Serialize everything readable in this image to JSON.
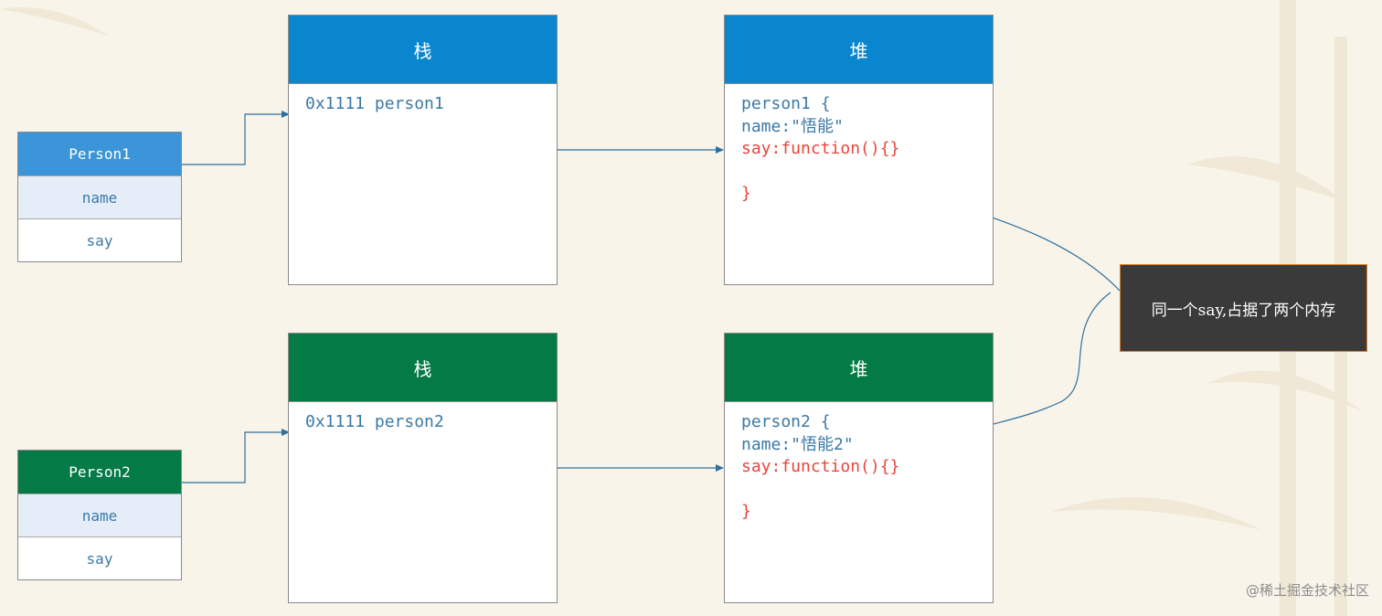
{
  "class_boxes": [
    {
      "title": "Person1",
      "fields": [
        "name",
        "say"
      ],
      "color": "#3b95d8"
    },
    {
      "title": "Person2",
      "fields": [
        "name",
        "say"
      ],
      "color": "#047a46"
    }
  ],
  "stack_boxes": [
    {
      "header": "栈",
      "lines": [
        "0x1111 person1"
      ],
      "color": "#0a86cf"
    },
    {
      "header": "栈",
      "lines": [
        "0x1111 person2"
      ],
      "color": "#047a46"
    }
  ],
  "heap_boxes": [
    {
      "header": "堆",
      "lines": [
        "person1 {",
        "name:\"悟能\"",
        "say:function(){}",
        "",
        "}"
      ],
      "color": "#0a86cf"
    },
    {
      "header": "堆",
      "lines": [
        "person2 {",
        "name:\"悟能2\"",
        "say:function(){}",
        "",
        "}"
      ],
      "color": "#047a46"
    }
  ],
  "note": {
    "text": "同一个say,占据了两个内存"
  },
  "watermark": "@稀土掘金技术社区",
  "colors": {
    "code_blue": "#3a79a8",
    "code_red": "#e8453c",
    "note_border": "#e0802a"
  }
}
